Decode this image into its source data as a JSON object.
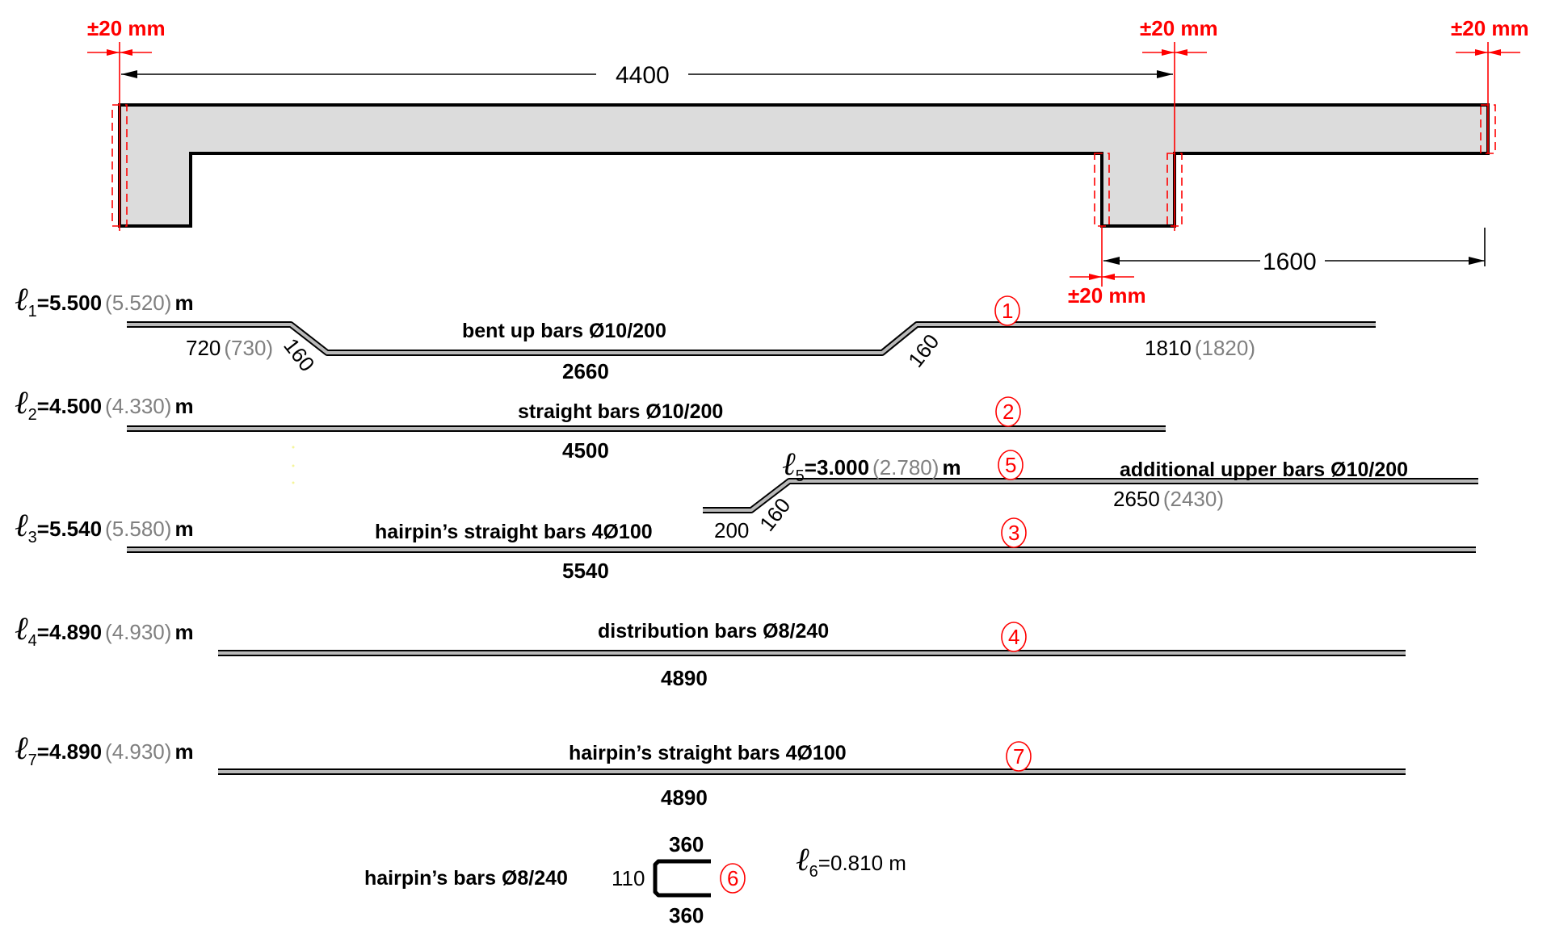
{
  "section": {
    "dimensions": {
      "span_main": "4400",
      "span_cantilever": "1600"
    },
    "tolerances": [
      {
        "id": "left-support",
        "label": "±20 mm"
      },
      {
        "id": "mid-support-right",
        "label": "±20 mm"
      },
      {
        "id": "right-end",
        "label": "±20 mm"
      },
      {
        "id": "mid-support-left",
        "label": "±20 mm"
      }
    ]
  },
  "bars": [
    {
      "number": "1",
      "length_symbol": "ℓ",
      "subscript": "1",
      "length": "=5.500",
      "alt_length": "(5.520)",
      "unit": "m",
      "description": "bent up bars Ø10/200",
      "segments": {
        "left": "720",
        "left_alt": "(730)",
        "bend_left": "160",
        "middle": "2660",
        "bend_right": "160",
        "right": "1810",
        "right_alt": "(1820)"
      }
    },
    {
      "number": "2",
      "length_symbol": "ℓ",
      "subscript": "2",
      "length": "=4.500",
      "alt_length": "(4.330)",
      "unit": "m",
      "description": "straight bars Ø10/200",
      "segments": {
        "main": "4500"
      }
    },
    {
      "number": "5",
      "length_symbol": "ℓ",
      "subscript": "5",
      "length": "=3.000",
      "alt_length": "(2.780)",
      "unit": "m",
      "description": "additional upper bars Ø10/200",
      "segments": {
        "left": "200",
        "bend": "160",
        "main": "2650",
        "main_alt": "(2430)"
      }
    },
    {
      "number": "3",
      "length_symbol": "ℓ",
      "subscript": "3",
      "length": "=5.540",
      "alt_length": "(5.580)",
      "unit": "m",
      "description": "hairpin’s straight bars 4Ø100",
      "segments": {
        "main": "5540"
      }
    },
    {
      "number": "4",
      "length_symbol": "ℓ",
      "subscript": "4",
      "length": "=4.890",
      "alt_length": "(4.930)",
      "unit": "m",
      "description": "distribution bars Ø8/240",
      "segments": {
        "main": "4890"
      }
    },
    {
      "number": "7",
      "length_symbol": "ℓ",
      "subscript": "7",
      "length": "=4.890",
      "alt_length": "(4.930)",
      "unit": "m",
      "description": "hairpin’s straight bars 4Ø100",
      "segments": {
        "main": "4890"
      }
    },
    {
      "number": "6",
      "length_symbol": "ℓ",
      "subscript": "6",
      "length": "=0.810 m",
      "description": "hairpin’s bars Ø8/240",
      "segments": {
        "top": "360",
        "side": "110",
        "bottom": "360"
      }
    }
  ],
  "colors": {
    "concrete_fill": "#dcdcdc",
    "tolerance": "#ff0000",
    "bar_fill": "#b9b9b9",
    "alt_value": "#808080"
  }
}
